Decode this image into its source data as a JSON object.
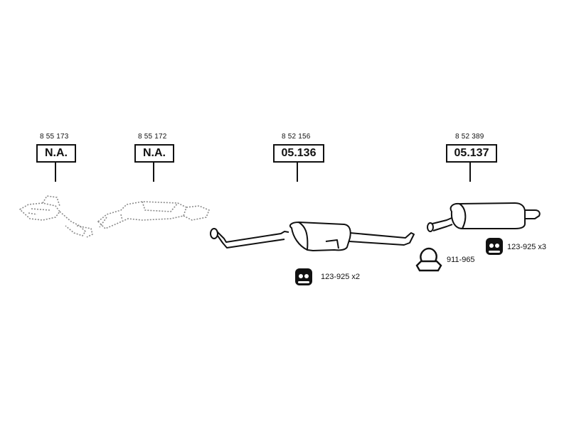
{
  "parts": [
    {
      "ref": "8 55 173",
      "code": "N.A."
    },
    {
      "ref": "8 55 172",
      "code": "N.A."
    },
    {
      "ref": "8 52 156",
      "code": "05.136"
    },
    {
      "ref": "8 52 389",
      "code": "05.137"
    }
  ],
  "accessories": [
    {
      "label": "123-925 x2",
      "icon": "rubber-hanger-icon"
    },
    {
      "label": "911-965",
      "icon": "pipe-clamp-icon"
    },
    {
      "label": "123-925 x3",
      "icon": "rubber-hanger-icon"
    }
  ]
}
